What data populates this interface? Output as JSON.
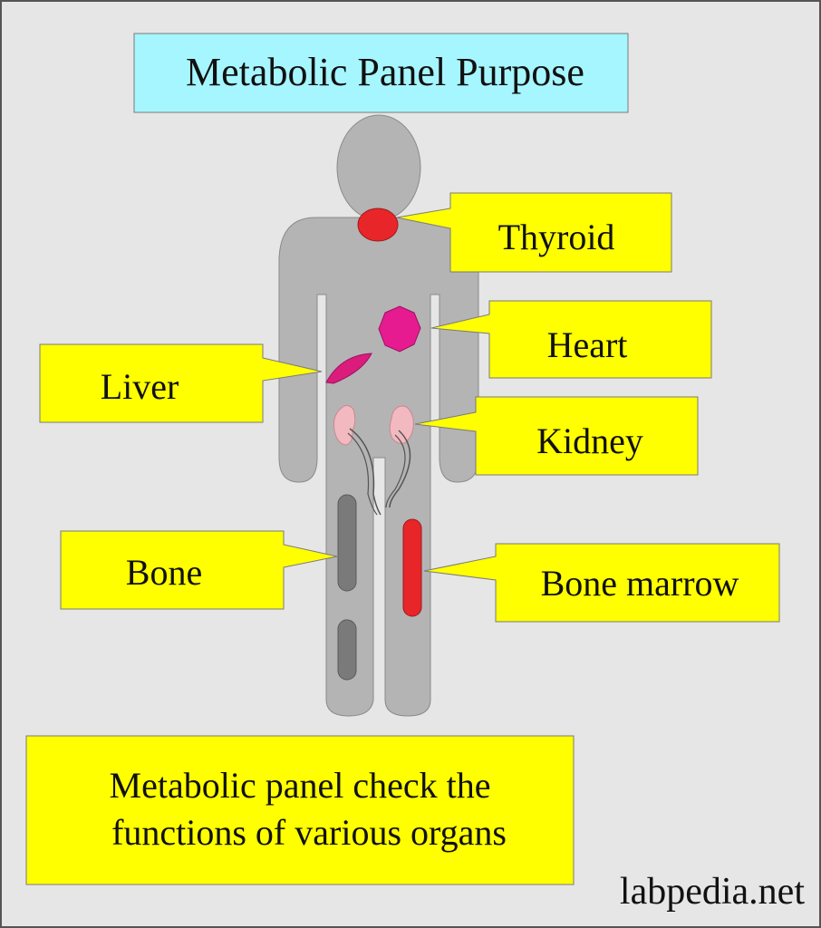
{
  "title": "Metabolic Panel Purpose",
  "labels": {
    "thyroid": "Thyroid",
    "heart": "Heart",
    "liver": "Liver",
    "kidney": "Kidney",
    "bone": "Bone",
    "bone_marrow": "Bone marrow"
  },
  "caption": {
    "line1": "Metabolic panel check the",
    "line2": "functions of various organs"
  },
  "watermark": "labpedia.net",
  "colors": {
    "background": "#e6e6e6",
    "title_box": "#a6f6ff",
    "callout_box": "#ffff00",
    "body": "#b4b4b4",
    "thyroid": "#e8262a",
    "heart": "#e51b8f",
    "liver": "#dc1c7c",
    "kidney": "#f2b9c0",
    "bone": "#7a7a7a",
    "bone_marrow": "#e8262a"
  }
}
